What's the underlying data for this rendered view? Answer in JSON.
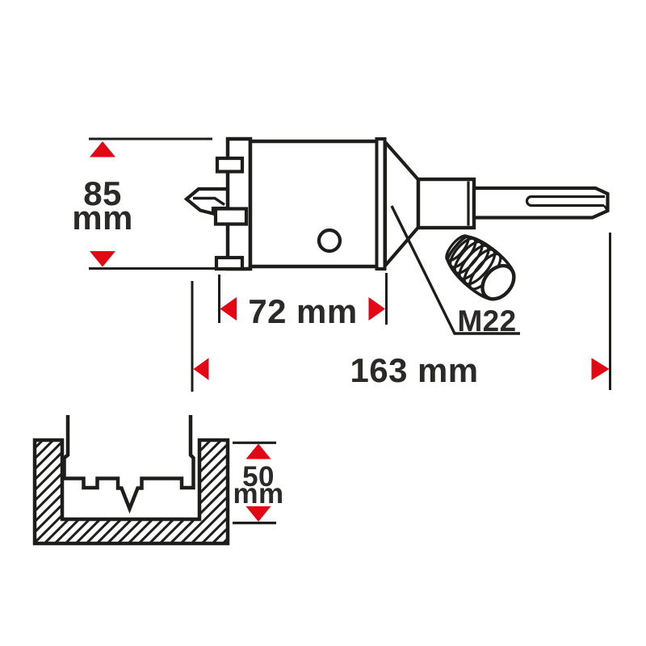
{
  "figure": {
    "type": "technical-dimension-diagram",
    "subject": "TCT hole saw with pilot drill and SDS-plus adapter shank, shown with M22 thread and cutting-depth cross-section",
    "colors": {
      "background": "#ffffff",
      "line": "#1d1d1b",
      "text": "#2b2a28",
      "accent_red": "#e30613"
    },
    "dimensions": {
      "height": {
        "value": "85",
        "unit": "mm"
      },
      "body_length": {
        "label": "72 mm"
      },
      "total_length": {
        "label": "163 mm"
      },
      "thread": {
        "label": "M22"
      },
      "cutting_depth": {
        "value": "50",
        "unit": "mm"
      }
    }
  }
}
